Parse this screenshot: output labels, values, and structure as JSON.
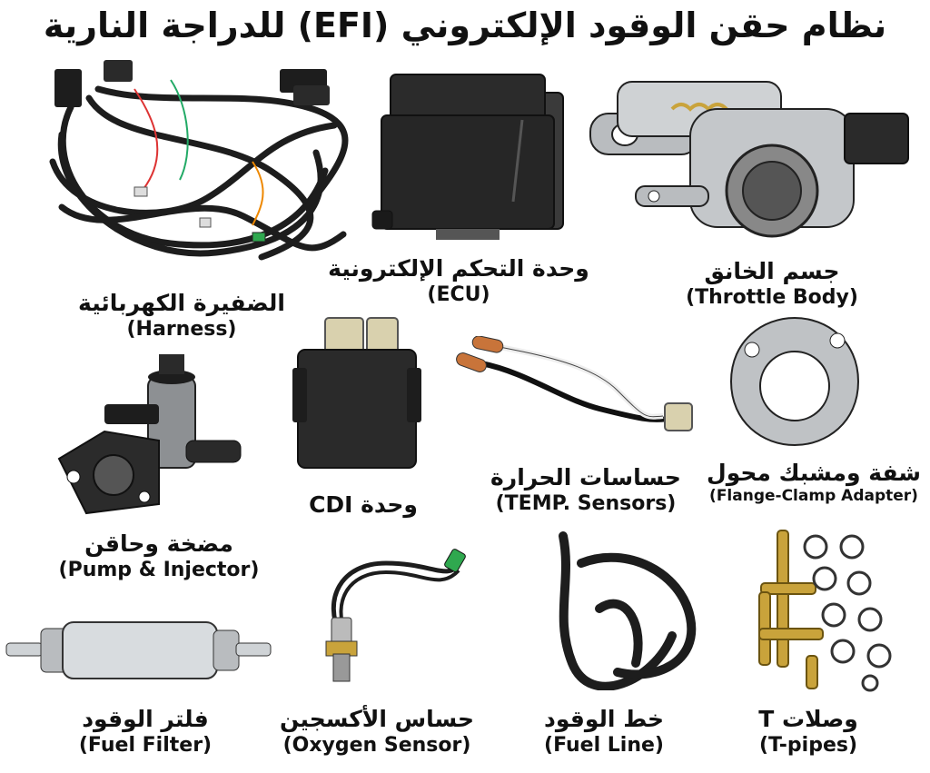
{
  "title": "نظام حقن الوقود الإلكتروني (EFI) للدراجة النارية",
  "colors": {
    "ink": "#111111",
    "rubber": "#1d1d1d",
    "metal": "#b9bcbf",
    "brass": "#c9a33b",
    "copper": "#c8743a",
    "green": "#2fa84f",
    "plastic": "#d9d1ae"
  },
  "items": [
    {
      "id": "harness",
      "ar": "الضفيرة الكهربائية",
      "en": "(Harness)",
      "icon": "wiring-harness-icon"
    },
    {
      "id": "ecu",
      "ar": "وحدة التحكم الإلكترونية",
      "en": "(ECU)",
      "icon": "ecu-box-icon"
    },
    {
      "id": "throttle",
      "ar": "جسم الخانق",
      "en": "(Throttle Body)",
      "icon": "throttle-body-icon"
    },
    {
      "id": "pump",
      "ar": "مضخة وحاقن",
      "en": "(Pump & Injector)",
      "icon": "fuel-pump-injector-icon"
    },
    {
      "id": "cdi",
      "ar": "وحدة CDI",
      "en": "",
      "icon": "cdi-unit-icon"
    },
    {
      "id": "temp",
      "ar": "حساسات الحرارة",
      "en": "(TEMP. Sensors)",
      "icon": "temperature-sensor-icon"
    },
    {
      "id": "flange",
      "ar": "شفة ومشبك محول",
      "en": "(Flange-Clamp Adapter)",
      "icon": "flange-adapter-icon"
    },
    {
      "id": "filter",
      "ar": "فلتر الوقود",
      "en": "(Fuel Filter)",
      "icon": "fuel-filter-icon"
    },
    {
      "id": "oxygen",
      "ar": "حساس الأكسجين",
      "en": "(Oxygen Sensor)",
      "icon": "oxygen-sensor-icon"
    },
    {
      "id": "fuelline",
      "ar": "خط الوقود",
      "en": "(Fuel Line)",
      "icon": "fuel-line-icon"
    },
    {
      "id": "tpipes",
      "ar": "وصلات T",
      "en": "(T-pipes)",
      "icon": "t-pipe-icon"
    }
  ]
}
